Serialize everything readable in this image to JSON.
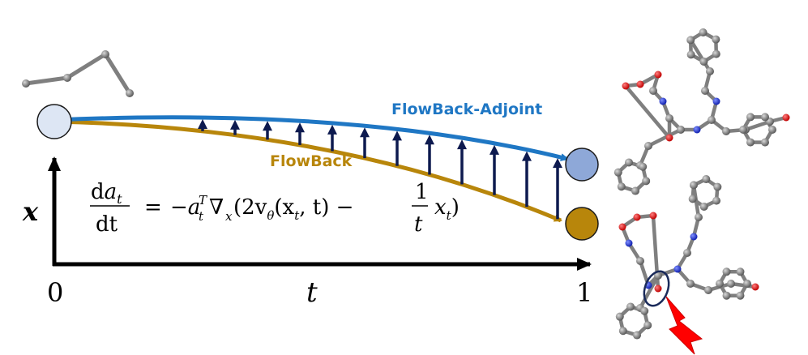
{
  "labels": {
    "flowback_adjoint": "FlowBack-Adjoint",
    "flowback": "FlowBack",
    "axis_x": "x",
    "axis_t": "t",
    "tick_0": "0",
    "tick_1": "1"
  },
  "equation": {
    "lhs_num_d": "d",
    "lhs_num_a": "a",
    "lhs_num_sub": "t",
    "lhs_den": "dt",
    "eq_sign": "=",
    "rhs_part1": "−a",
    "rhs_part1_sub": "t",
    "rhs_part1_sup": "T",
    "rhs_nabla": "∇",
    "rhs_nabla_sub": "x",
    "rhs_part2": "(2v",
    "rhs_part2_sub": "θ",
    "rhs_part3": "(x",
    "rhs_part3_sub": "t",
    "rhs_part4": ", t) −",
    "frac_num": "1",
    "frac_den": "t",
    "rhs_part5": "x",
    "rhs_part5_sub": "t",
    "rhs_part6": ")"
  },
  "colors": {
    "adjoint_blue": "#1f77c4",
    "flowback_gold": "#b8860b",
    "arrow_navy": "#0d1a4f",
    "start_node": "#dde6f4",
    "end_blue": "#8ea8d8",
    "end_gold": "#b8860b",
    "molecule_gray": "#7f7f7f",
    "atom_red": "#e02020",
    "atom_blue": "#2030d0",
    "bolt_red": "#ff0000"
  },
  "icons": {
    "lightning": "lightning-bolt-icon",
    "highlight": "highlight-ellipse-icon"
  }
}
